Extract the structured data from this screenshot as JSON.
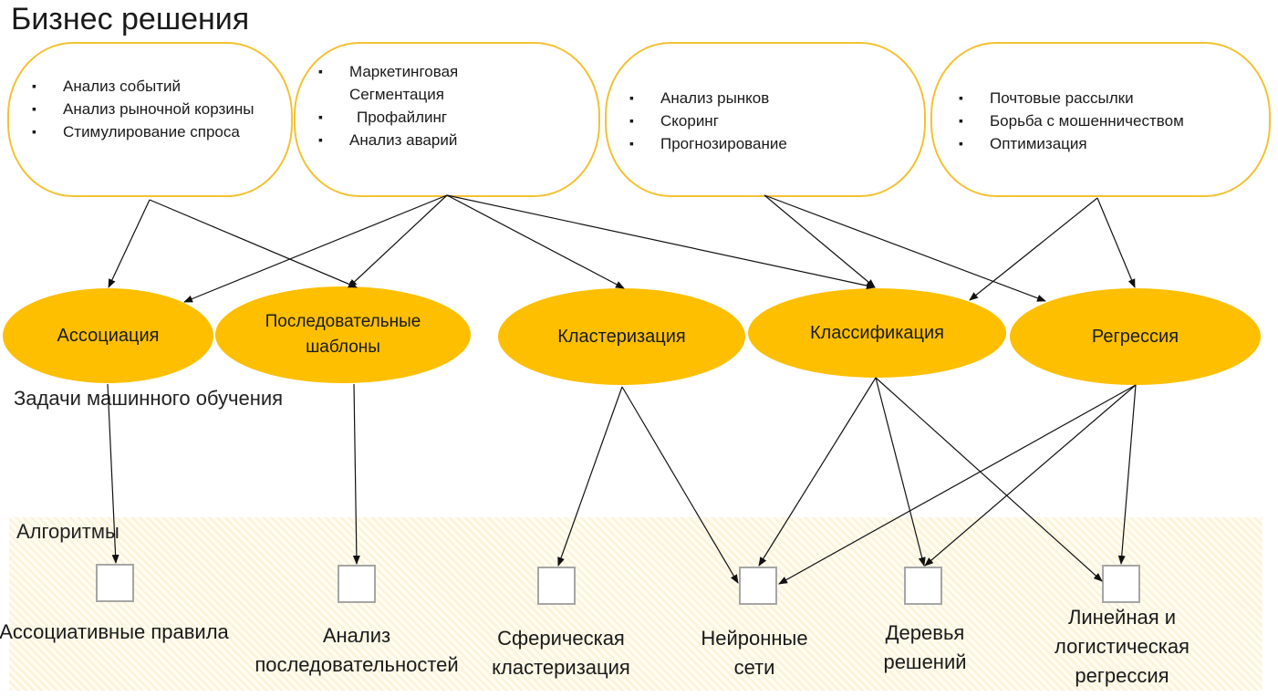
{
  "title": "Бизнес решения",
  "labels": {
    "ml_tasks": "Задачи машинного обучения",
    "algorithms": "Алгоритмы"
  },
  "business": [
    {
      "items": [
        "Анализ событий",
        "Анализ рыночной корзины",
        "Стимулирование спроса"
      ]
    },
    {
      "items": [
        "Маркетинговая Сегментация",
        "Профайлинг",
        "Анализ аварий"
      ]
    },
    {
      "items": [
        "Анализ рынков",
        "Скоринг",
        "Прогнозирование"
      ]
    },
    {
      "items": [
        "Почтовые рассылки",
        "Борьба с мошенничеством",
        "Оптимизация"
      ]
    }
  ],
  "tasks": [
    {
      "label": "Ассоциация"
    },
    {
      "label": "Последовательные шаблоны"
    },
    {
      "label": "Кластеризация"
    },
    {
      "label": "Классификация"
    },
    {
      "label": "Регрессия"
    }
  ],
  "algorithms": [
    {
      "label": "Ассоциативные правила"
    },
    {
      "label": "Анализ последовательностей"
    },
    {
      "label": "Сферическая кластеризация"
    },
    {
      "label": "Нейронные сети"
    },
    {
      "label": "Деревья решений"
    },
    {
      "label": "Линейная и логистическая регрессия"
    }
  ],
  "colors": {
    "task_fill": "#fdbf00",
    "business_border": "#f2c232",
    "algo_border": "#a6a6a6"
  }
}
